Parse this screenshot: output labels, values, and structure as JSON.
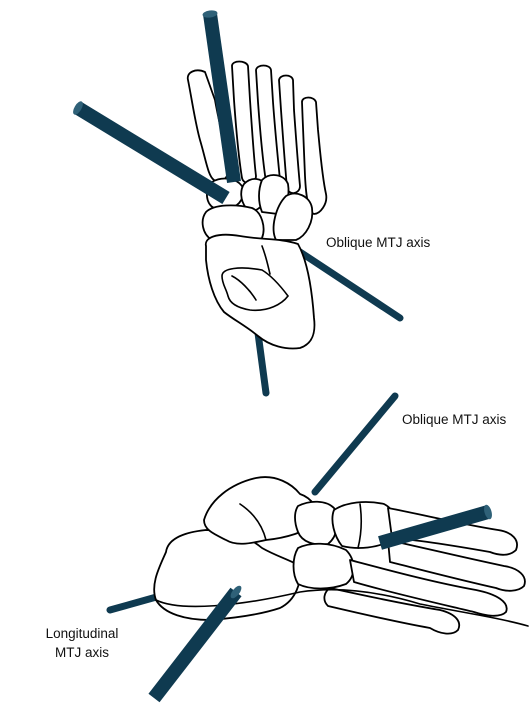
{
  "labels": {
    "top_oblique": "Oblique MTJ axis",
    "bottom_oblique": "Oblique MTJ axis",
    "longitudinal_line1": "Longitudinal",
    "longitudinal_line2": "MTJ axis"
  },
  "colors": {
    "axis_rod": "#0f3a50",
    "axis_rod_end": "#2f6178",
    "bone_outline": "#000000",
    "bone_fill": "#ffffff"
  }
}
